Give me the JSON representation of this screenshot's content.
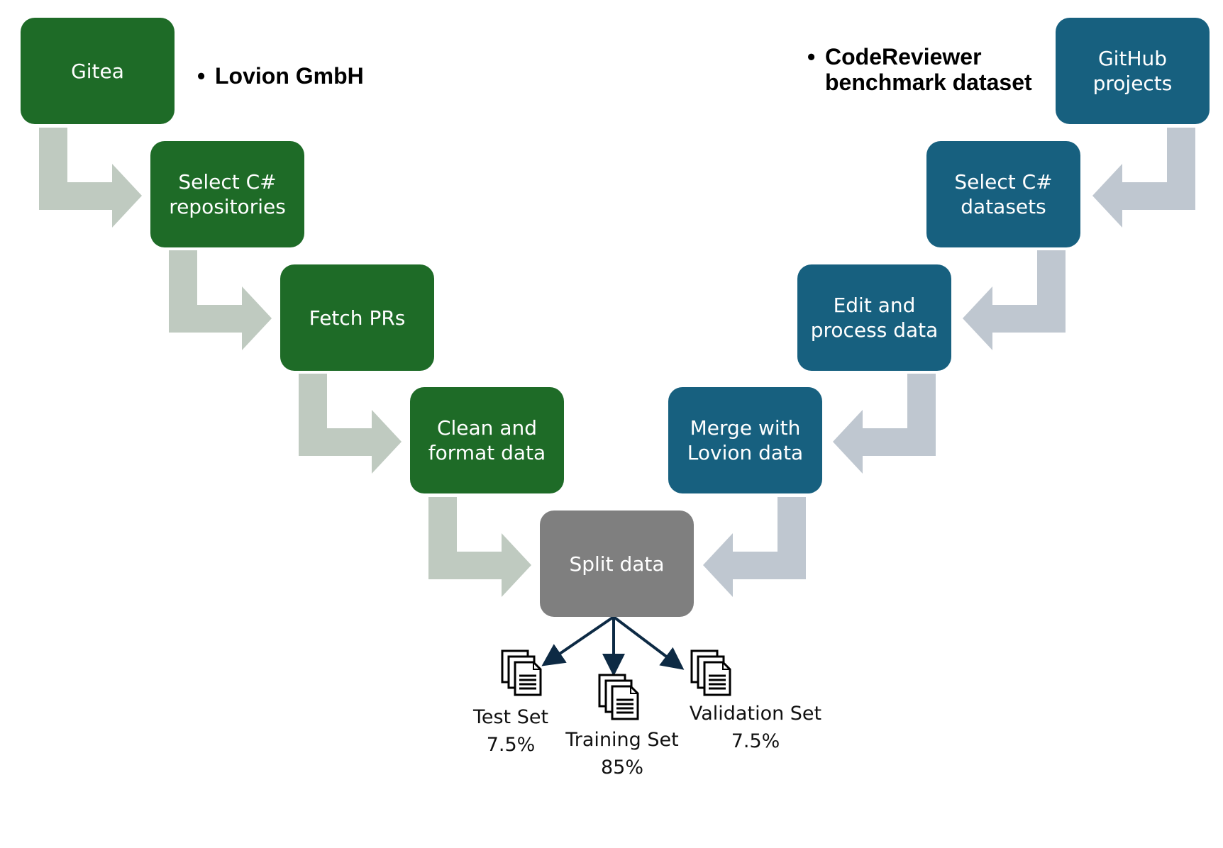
{
  "left_source": {
    "box": "Gitea",
    "bullet": "Lovion GmbH"
  },
  "right_source": {
    "box": "GitHub\nprojects",
    "bullet": "CodeReviewer\nbenchmark dataset"
  },
  "left_steps": [
    "Select C#\nrepositories",
    "Fetch PRs",
    "Clean and\nformat data"
  ],
  "right_steps": [
    "Select C#\ndatasets",
    "Edit and\nprocess data",
    "Merge with\nLovion data"
  ],
  "split": "Split data",
  "outputs": [
    {
      "name": "Test Set",
      "pct": "7.5%"
    },
    {
      "name": "Training Set",
      "pct": "85%"
    },
    {
      "name": "Validation Set",
      "pct": "7.5%"
    }
  ],
  "bullet_symbol": "•",
  "icons": {
    "document_stack": "documents-icon"
  },
  "colors": {
    "green": "#1e6b27",
    "blue": "#17607f",
    "gray": "#7f7f7f",
    "green_arrow": "#bfcac0",
    "blue_arrow": "#bfc7d0",
    "split_arrow": "#0d2a44"
  }
}
